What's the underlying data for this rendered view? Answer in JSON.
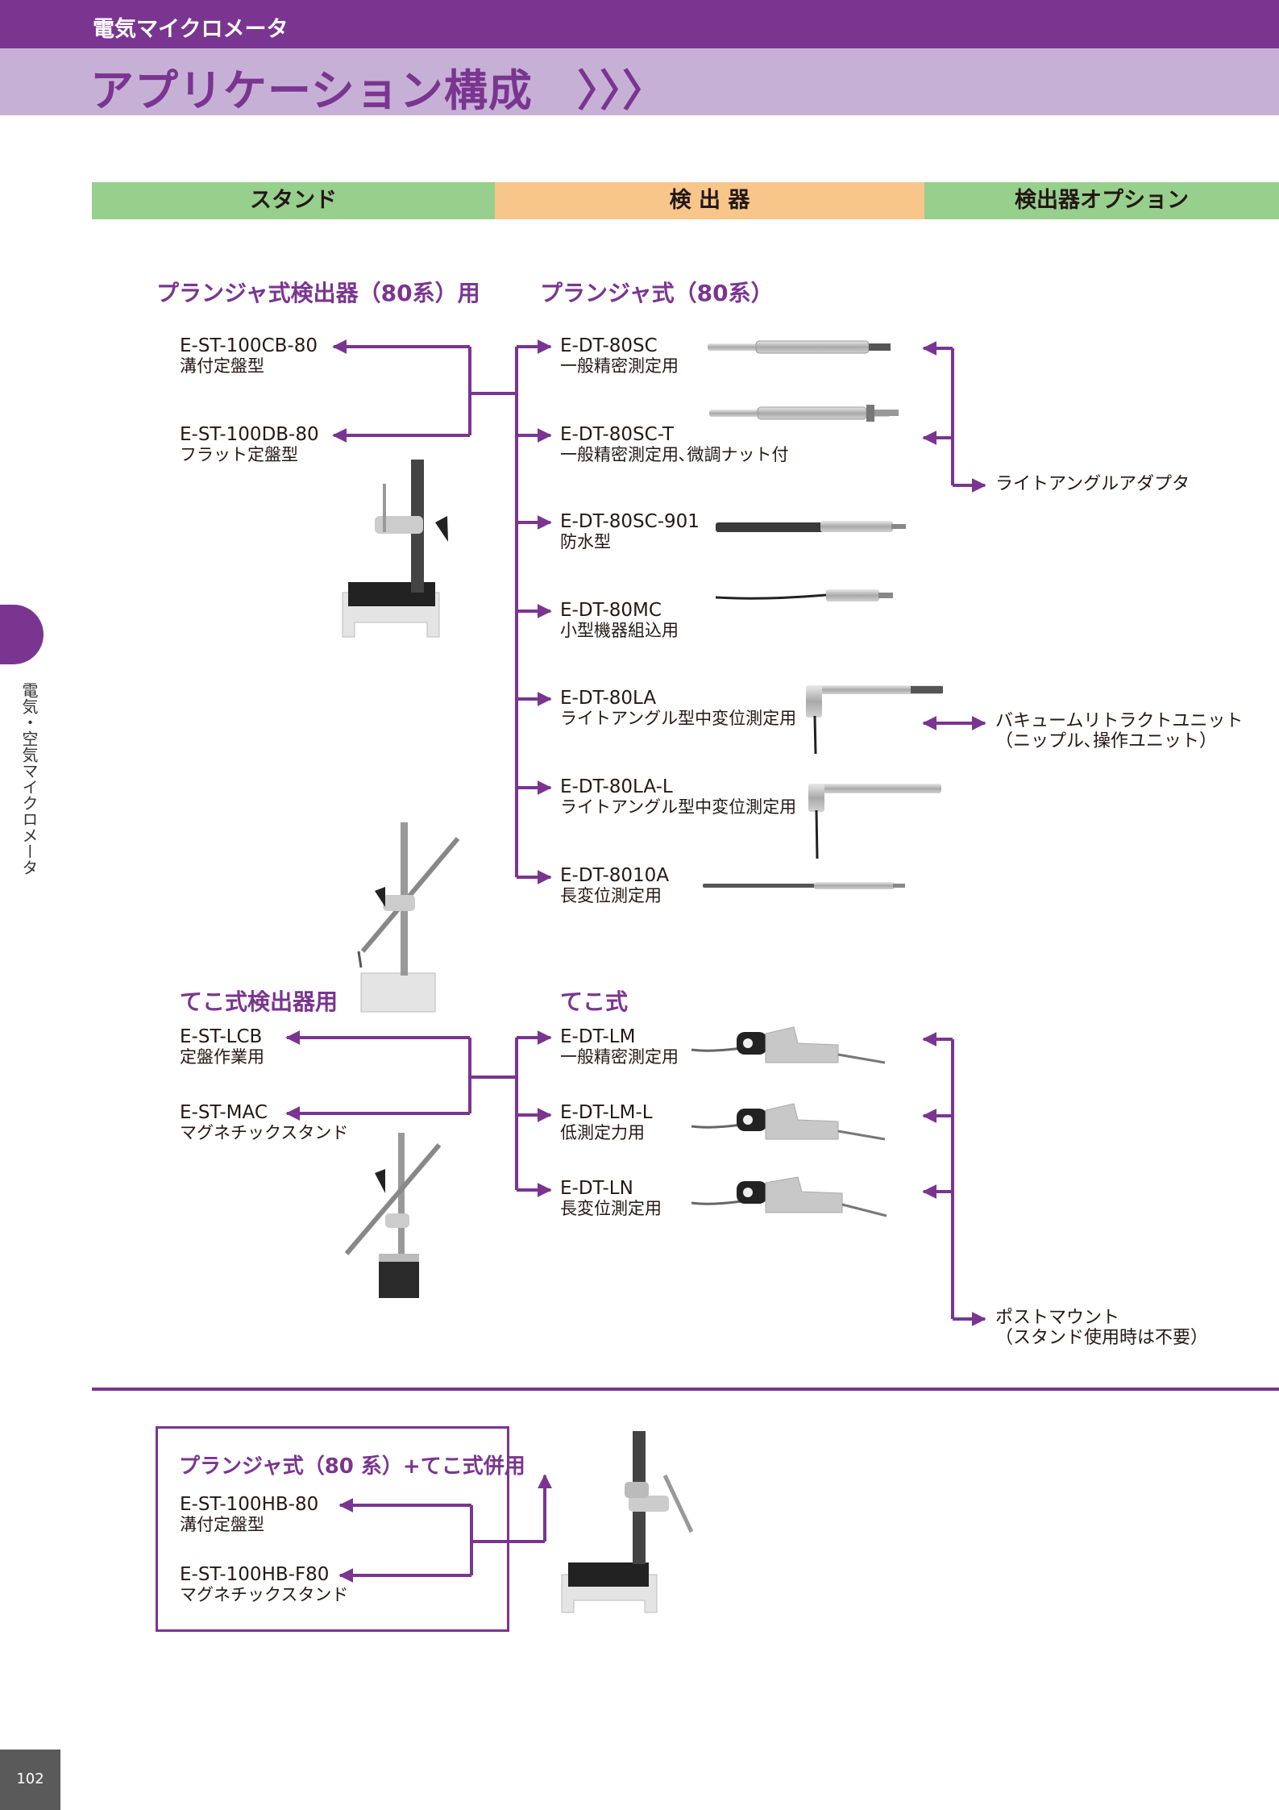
{
  "header": {
    "category": "電気マイクロメータ",
    "title": "アプリケーション構成　〉〉〉"
  },
  "columns": {
    "stand": "スタンド",
    "detector": "検 出 器",
    "options": "検出器オプション"
  },
  "plunger_section": {
    "stand_heading": "プランジャ式検出器（80系）用",
    "detector_heading": "プランジャ式（80系）",
    "stands": [
      {
        "code": "E-ST-100CB-80",
        "desc": "溝付定盤型"
      },
      {
        "code": "E-ST-100DB-80",
        "desc": "フラット定盤型"
      }
    ],
    "detectors": [
      {
        "code": "E-DT-80SC",
        "desc": "一般精密測定用"
      },
      {
        "code": "E-DT-80SC-T",
        "desc": "一般精密測定用､微調ナット付"
      },
      {
        "code": "E-DT-80SC-901",
        "desc": "防水型"
      },
      {
        "code": "E-DT-80MC",
        "desc": "小型機器組込用"
      },
      {
        "code": "E-DT-80LA",
        "desc": "ライトアングル型中変位測定用"
      },
      {
        "code": "E-DT-80LA-L",
        "desc": "ライトアングル型中変位測定用"
      },
      {
        "code": "E-DT-8010A",
        "desc": "長変位測定用"
      }
    ]
  },
  "lever_section": {
    "stand_heading": "てこ式検出器用",
    "detector_heading": "てこ式",
    "stands": [
      {
        "code": "E-ST-LCB",
        "desc": "定盤作業用"
      },
      {
        "code": "E-ST-MAC",
        "desc": "マグネチックスタンド"
      }
    ],
    "detectors": [
      {
        "code": "E-DT-LM",
        "desc": "一般精密測定用"
      },
      {
        "code": "E-DT-LM-L",
        "desc": "低測定力用"
      },
      {
        "code": "E-DT-LN",
        "desc": "長変位測定用"
      }
    ]
  },
  "options": {
    "right_angle": "ライトアングルアダプタ",
    "vacuum_line1": "バキュームリトラクトユニット",
    "vacuum_line2": "（ニップル､操作ユニット）",
    "post_line1": "ポストマウント",
    "post_line2": "（スタンド使用時は不要）"
  },
  "combo_section": {
    "heading": "プランジャ式（80 系）+てこ式併用",
    "stands": [
      {
        "code": "E-ST-100HB-80",
        "desc": "溝付定盤型"
      },
      {
        "code": "E-ST-100HB-F80",
        "desc": "マグネチックスタンド"
      }
    ]
  },
  "side_label": "電気・空気マイクロメータ",
  "page_number": "102",
  "colors": {
    "purple": "#7a3590",
    "light_purple": "#c7b0d6",
    "green": "#97cf8d",
    "orange": "#f8c68a"
  }
}
